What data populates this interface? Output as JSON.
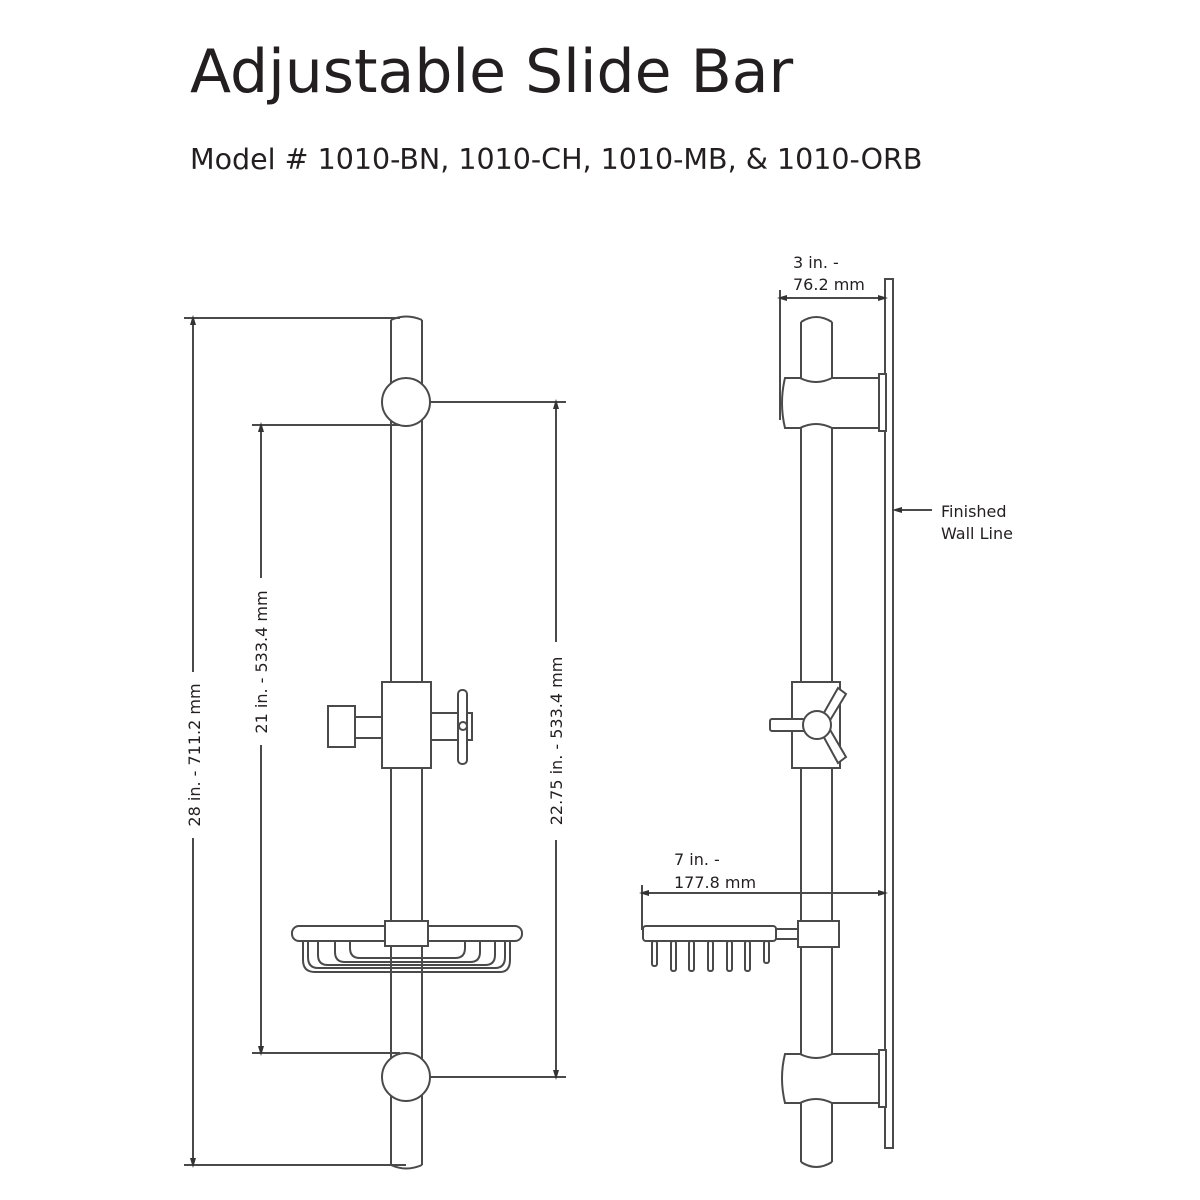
{
  "header": {
    "title": "Adjustable Slide Bar",
    "subtitle": "Model # 1010-BN, 1010-CH, 1010-MB, & 1010-ORB"
  },
  "front_view": {
    "dimensions": {
      "overall_height": "28 in. - 711.2 mm",
      "inner_height": "21 in. - 533.4 mm",
      "bracket_spacing": "22.75 in. - 533.4 mm"
    }
  },
  "side_view": {
    "dimensions": {
      "projection_line1": "3 in. -",
      "projection_line2": "76.2 mm",
      "shelf_line1": "7 in. -",
      "shelf_line2": "177.8 mm"
    },
    "labels": {
      "wall_line1": "Finished",
      "wall_line2": "Wall Line"
    }
  },
  "colors": {
    "line": "#4a4a4a",
    "text": "#231f20",
    "background": "#ffffff"
  }
}
